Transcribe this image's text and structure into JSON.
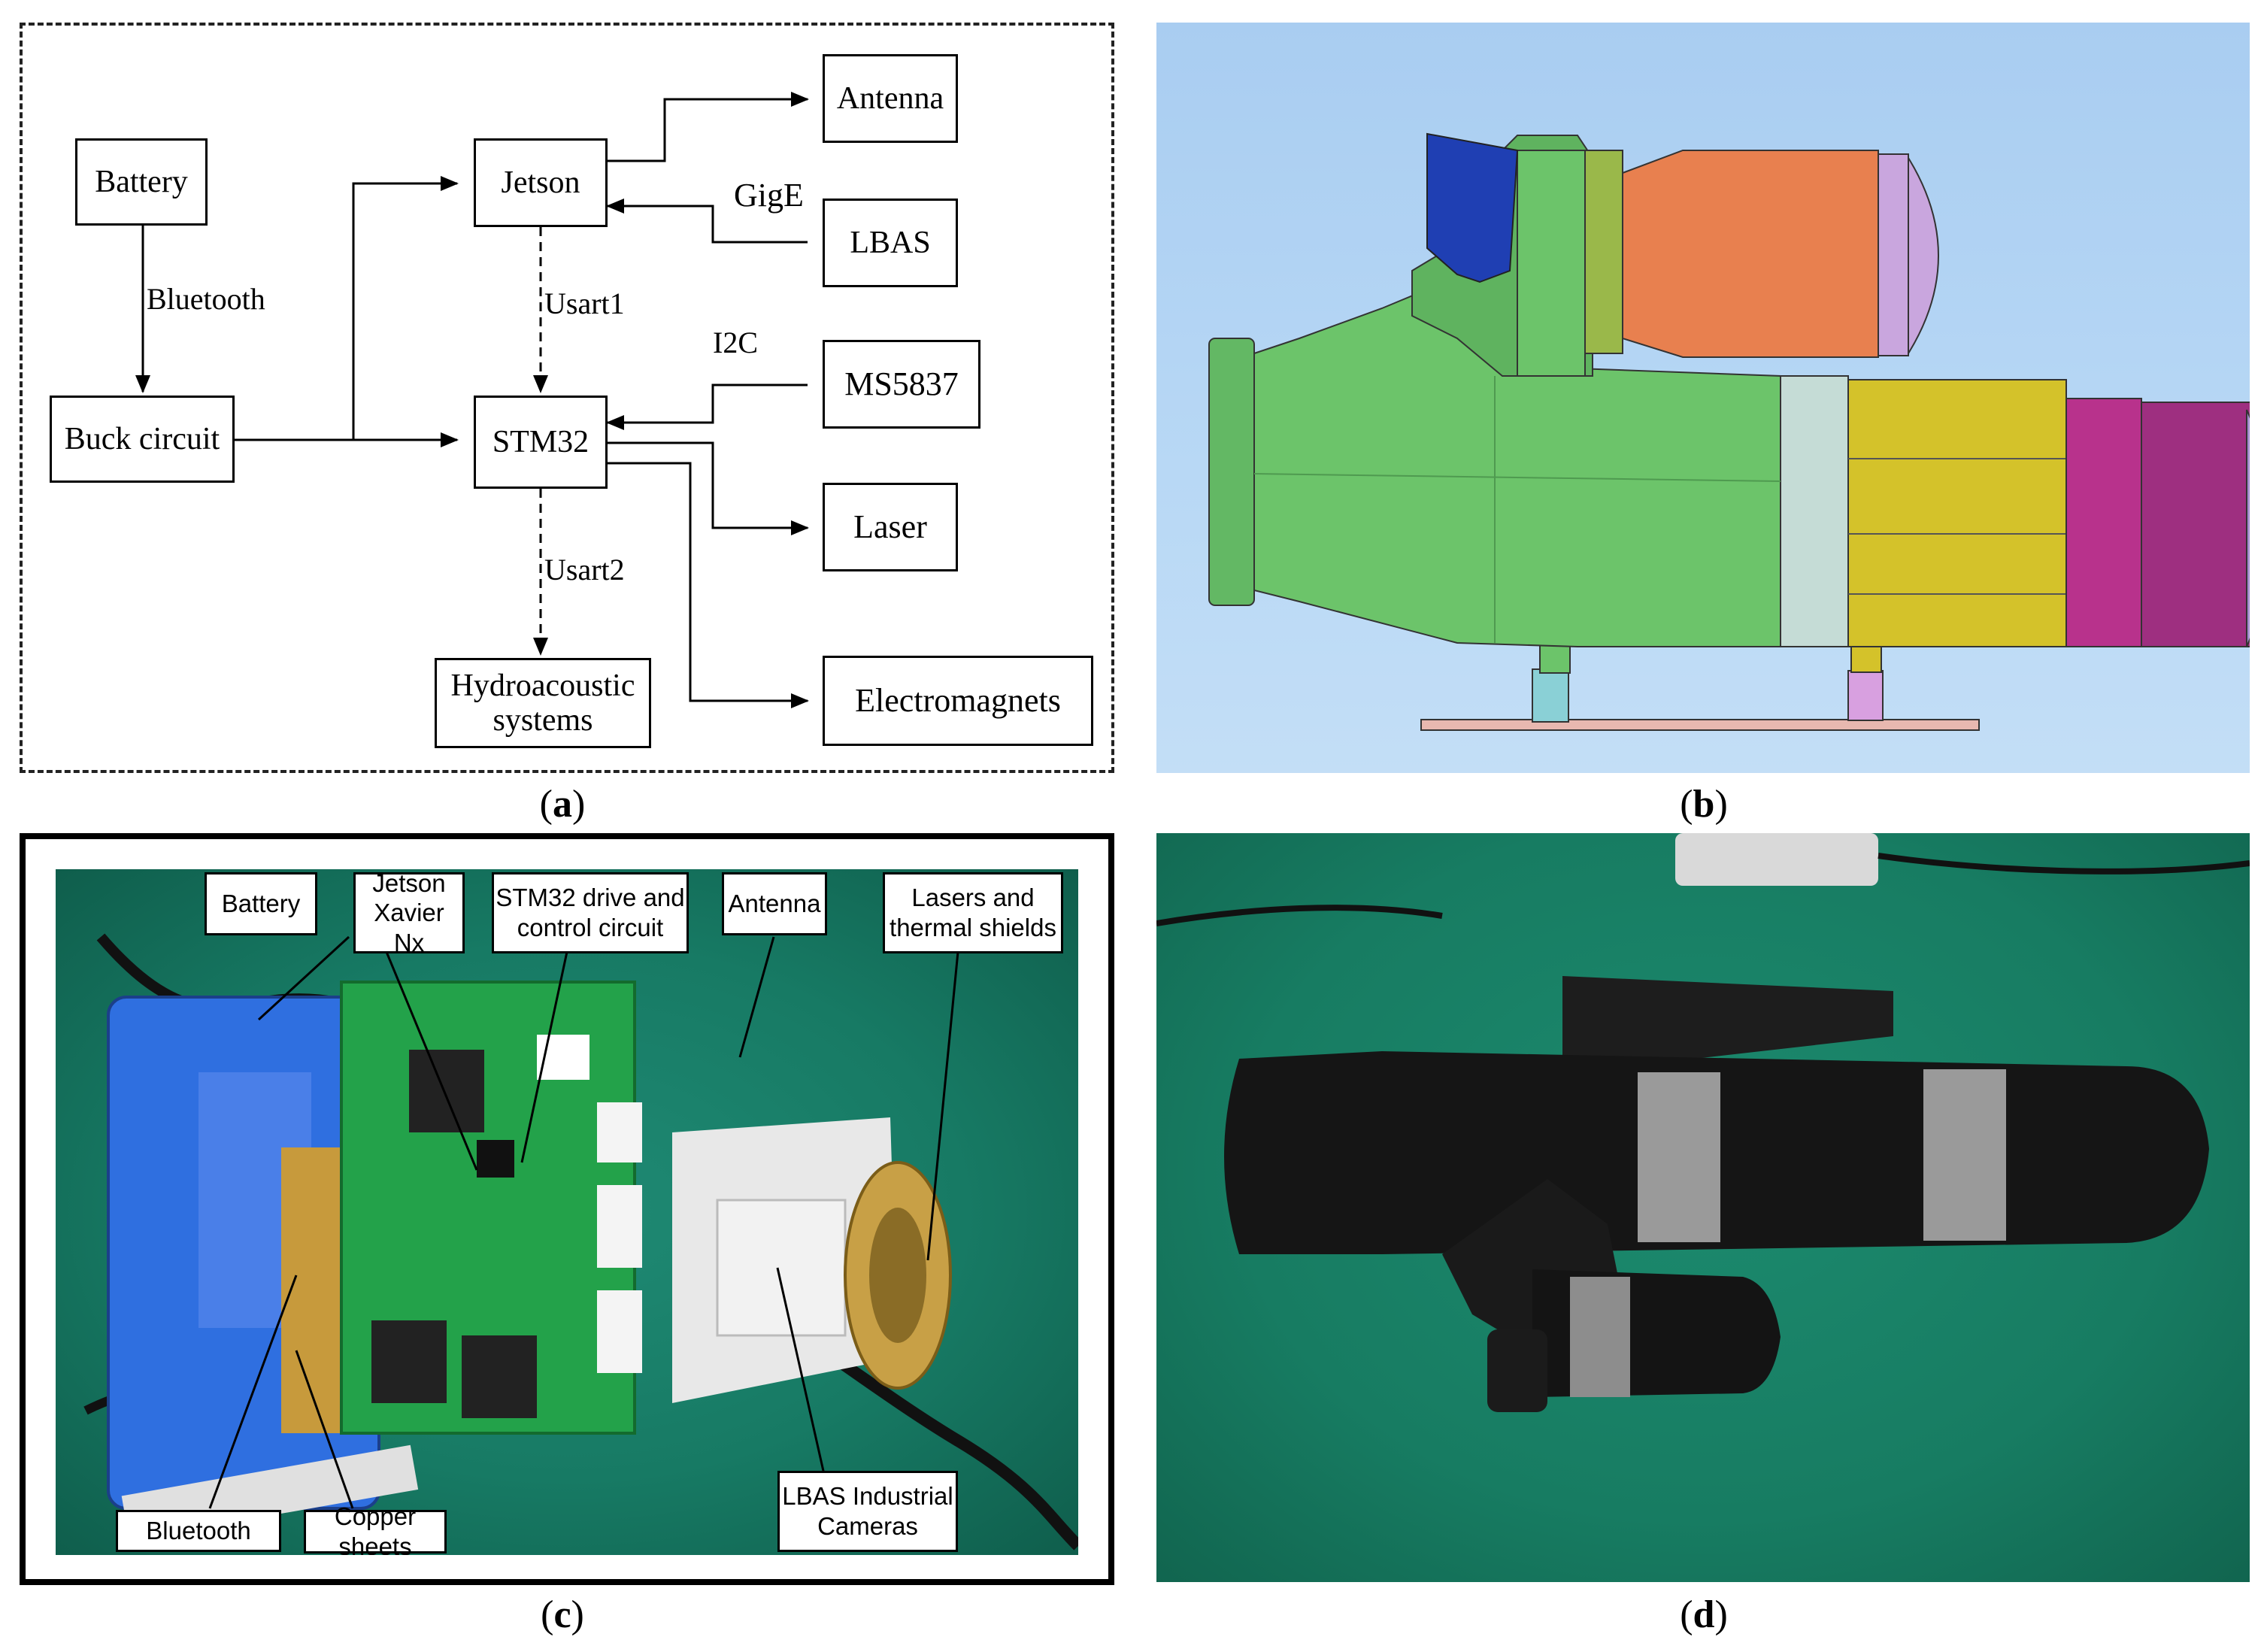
{
  "captions": {
    "a": "a",
    "b": "b",
    "c": "c",
    "d": "d"
  },
  "panel_a": {
    "nodes": {
      "battery": "Battery",
      "buck": "Buck circuit",
      "jetson": "Jetson",
      "stm32": "STM32",
      "hydro": "Hydroacoustic systems",
      "antenna": "Antenna",
      "lbas": "LBAS",
      "ms5837": "MS5837",
      "laser": "Laser",
      "electromagnets": "Electromagnets"
    },
    "edges": {
      "bluetooth": "Bluetooth",
      "gige": "GigE",
      "usart1": "Usart1",
      "i2c": "I2C",
      "usart2": "Usart2"
    }
  },
  "panel_c": {
    "labels": {
      "battery": "Battery",
      "jetson": "Jetson Xavier Nx",
      "stm32": "STM32 drive and control circuit",
      "antenna": "Antenna",
      "lasers": "Lasers and thermal shields",
      "bluetooth": "Bluetooth",
      "copper": "Copper sheets",
      "lbas": "LBAS Industrial Cameras"
    }
  },
  "colors": {
    "cad_background": "#b3d4f4",
    "cad_green": "#6cc46a",
    "cad_orange": "#e8804f",
    "cad_yellow": "#d4c22a",
    "cad_magenta": "#b33a8c",
    "cad_lavender": "#c9a6de",
    "pcb_green": "#23a24a",
    "mat_green": "#177a64",
    "battery_blue": "#2f6fe0"
  }
}
